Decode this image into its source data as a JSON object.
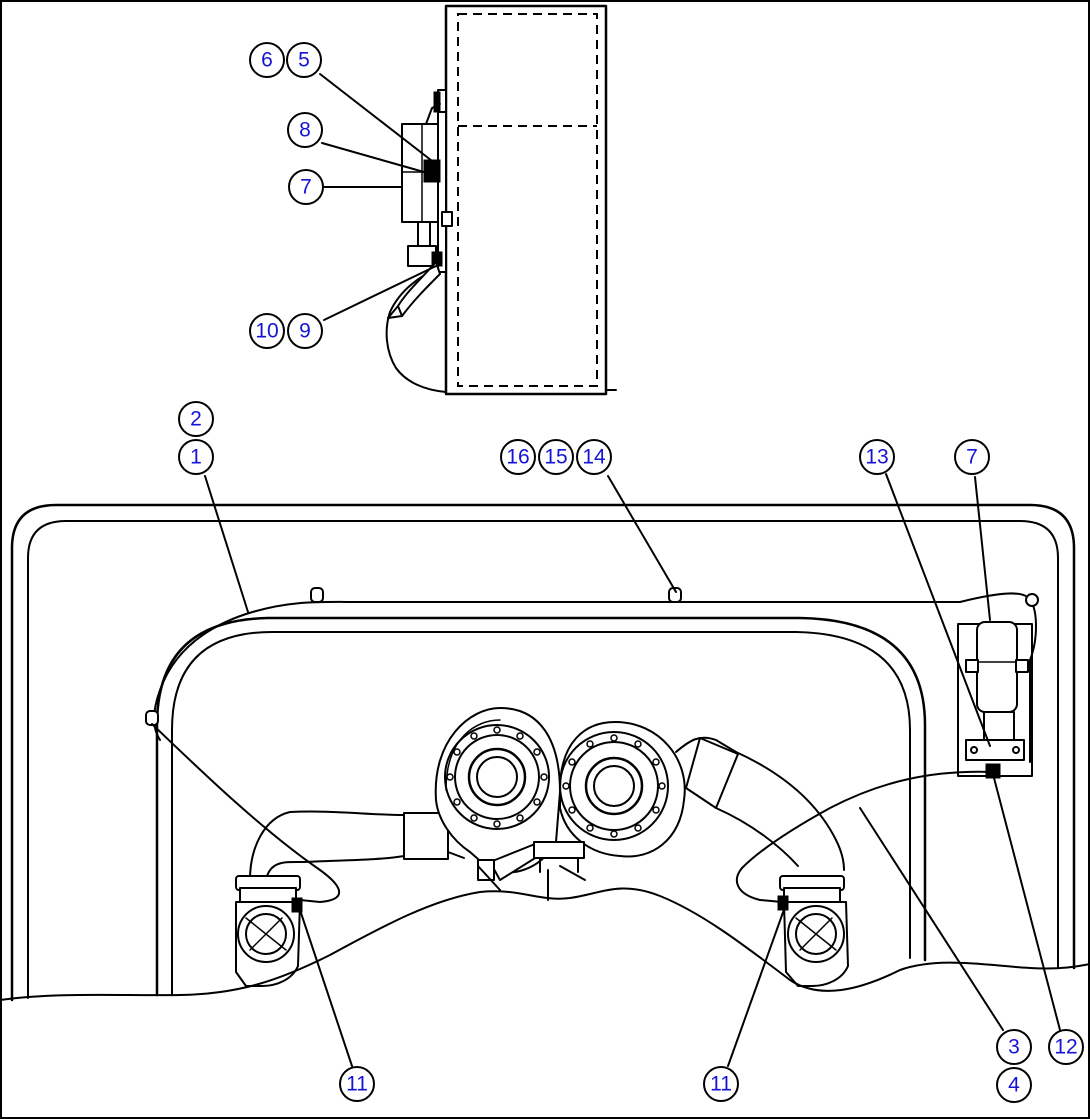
{
  "callouts": [
    {
      "id": "c-6",
      "label": "6"
    },
    {
      "id": "c-5",
      "label": "5"
    },
    {
      "id": "c-8",
      "label": "8"
    },
    {
      "id": "c-7a",
      "label": "7"
    },
    {
      "id": "c-10",
      "label": "10"
    },
    {
      "id": "c-9",
      "label": "9"
    },
    {
      "id": "c-2",
      "label": "2"
    },
    {
      "id": "c-1",
      "label": "1"
    },
    {
      "id": "c-16",
      "label": "16"
    },
    {
      "id": "c-15",
      "label": "15"
    },
    {
      "id": "c-14",
      "label": "14"
    },
    {
      "id": "c-13",
      "label": "13"
    },
    {
      "id": "c-7b",
      "label": "7"
    },
    {
      "id": "c-3",
      "label": "3"
    },
    {
      "id": "c-4",
      "label": "4"
    },
    {
      "id": "c-12",
      "label": "12"
    },
    {
      "id": "c-11a",
      "label": "11"
    },
    {
      "id": "c-11b",
      "label": "11"
    }
  ],
  "colors": {
    "label": "#1414d6",
    "line": "#000000",
    "background": "#ffffff"
  }
}
